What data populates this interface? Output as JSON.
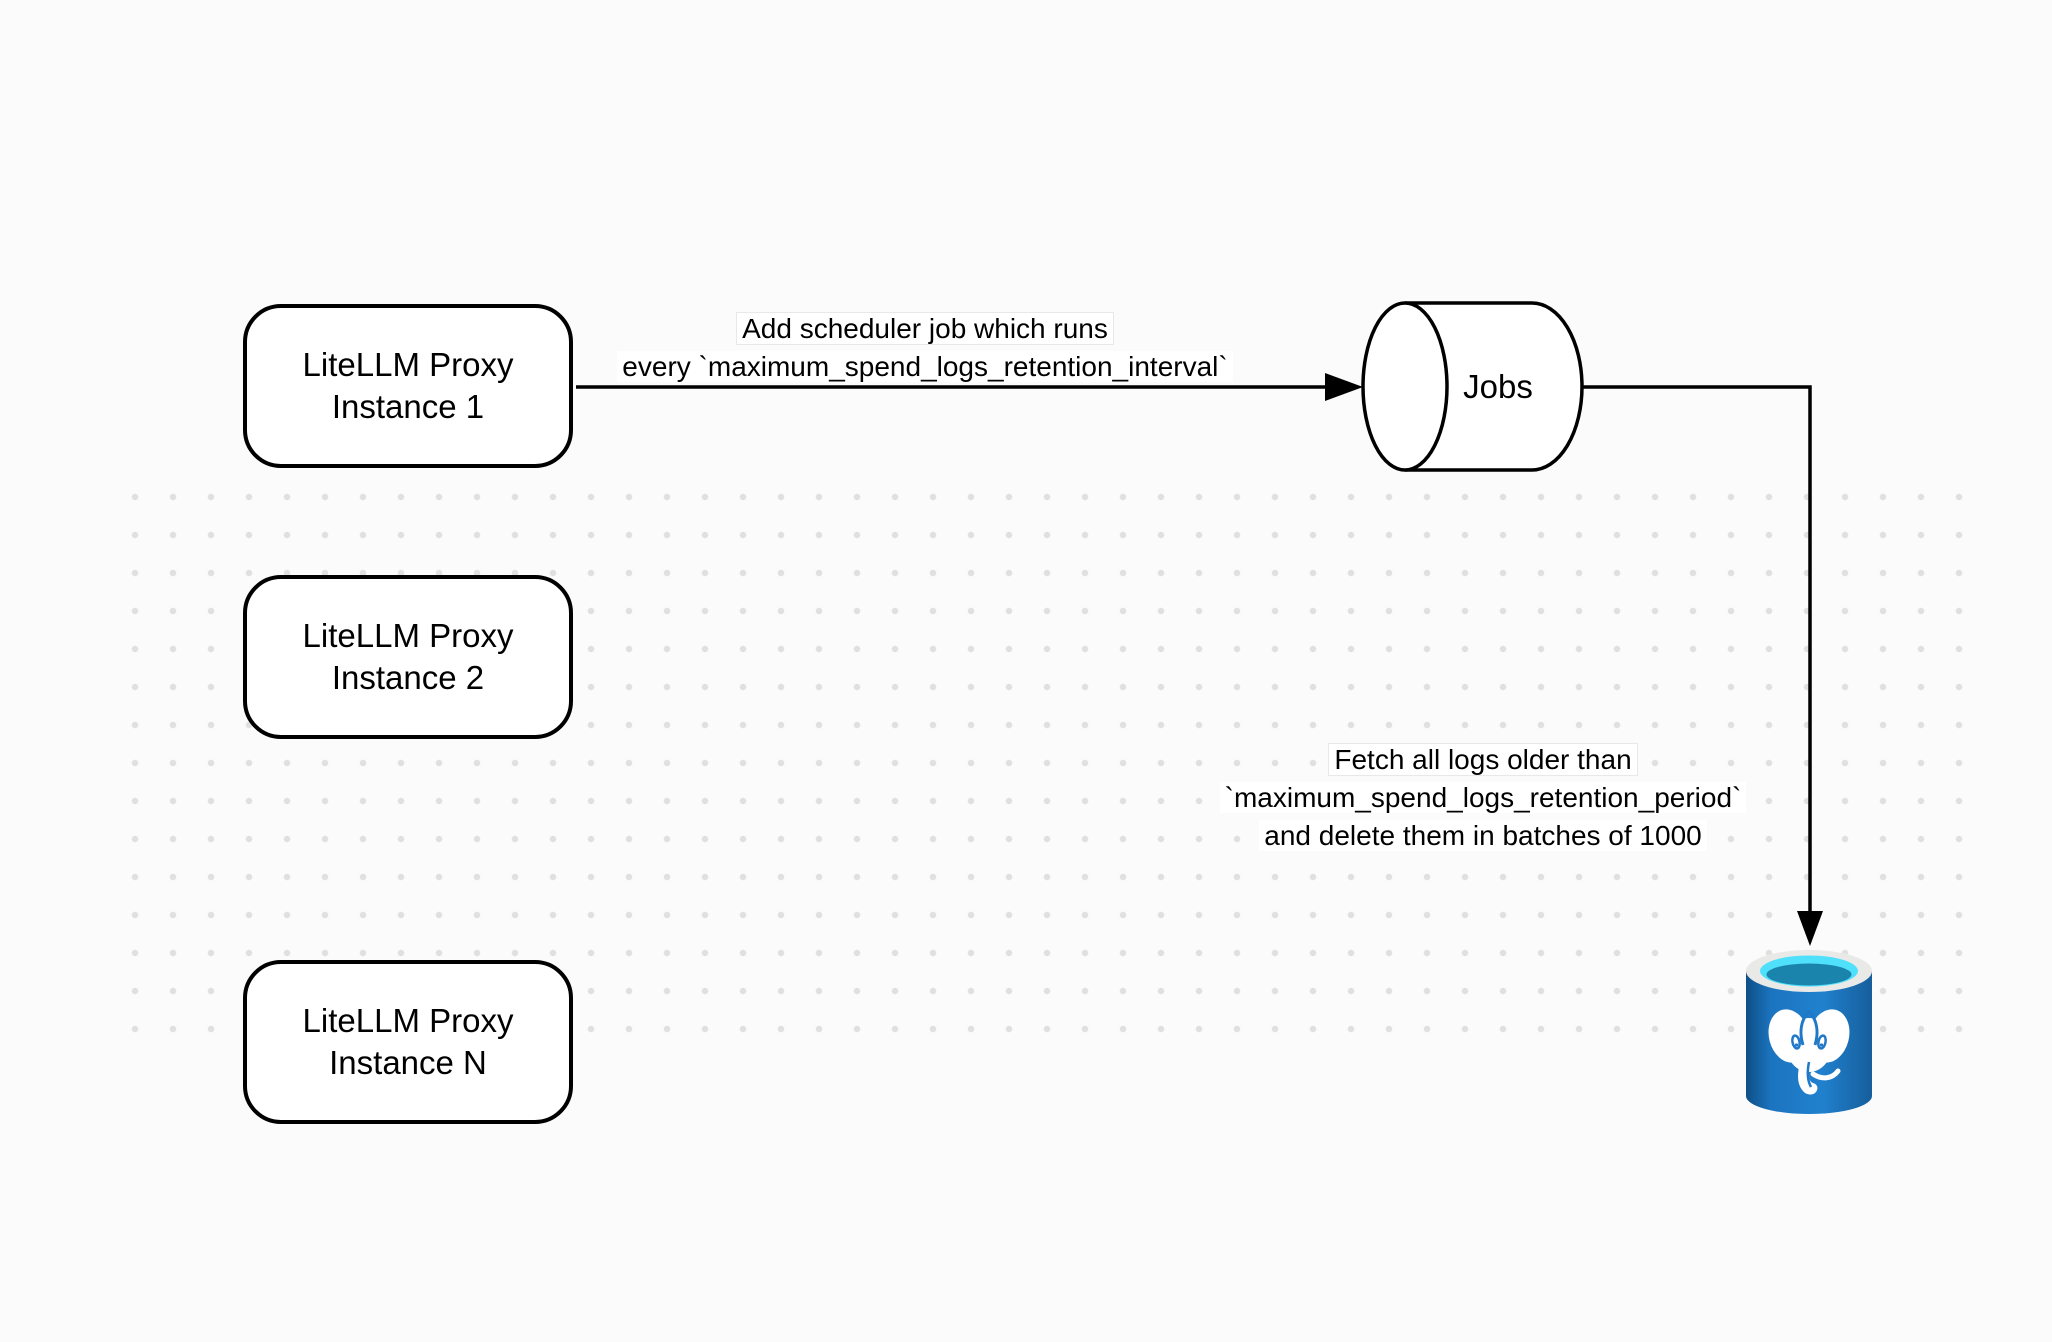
{
  "diagram": {
    "title": "LiteLLM spend logs retention cleanup flow",
    "background_color": "#fbfbfb",
    "grid_dot_color": "#e0e0e0",
    "stroke_color": "#000000",
    "colors": {
      "postgres_blue": "#1f78c8",
      "postgres_blue_dark": "#11568f",
      "postgres_rim": "#e9e9e7",
      "postgres_cyan": "#4fe0fb",
      "postgres_teal": "#1b84ad"
    },
    "nodes": {
      "instance1": {
        "line1": "LiteLLM Proxy",
        "line2": "Instance 1"
      },
      "instance2": {
        "line1": "LiteLLM Proxy",
        "line2": "Instance 2"
      },
      "instanceN": {
        "line1": "LiteLLM Proxy",
        "line2": "Instance N"
      },
      "jobs": {
        "label": "Jobs"
      }
    },
    "icons": {
      "jobs_shape": "queue-cylinder-icon",
      "database": "postgresql-elephant-database-icon"
    },
    "edges": {
      "scheduler": {
        "line1": "Add scheduler job which runs",
        "line2": "every `maximum_spend_logs_retention_interval`"
      },
      "fetch": {
        "line1": "Fetch all logs older than",
        "line2": "`maximum_spend_logs_retention_period`",
        "line3": "and delete them in batches of 1000"
      }
    }
  }
}
